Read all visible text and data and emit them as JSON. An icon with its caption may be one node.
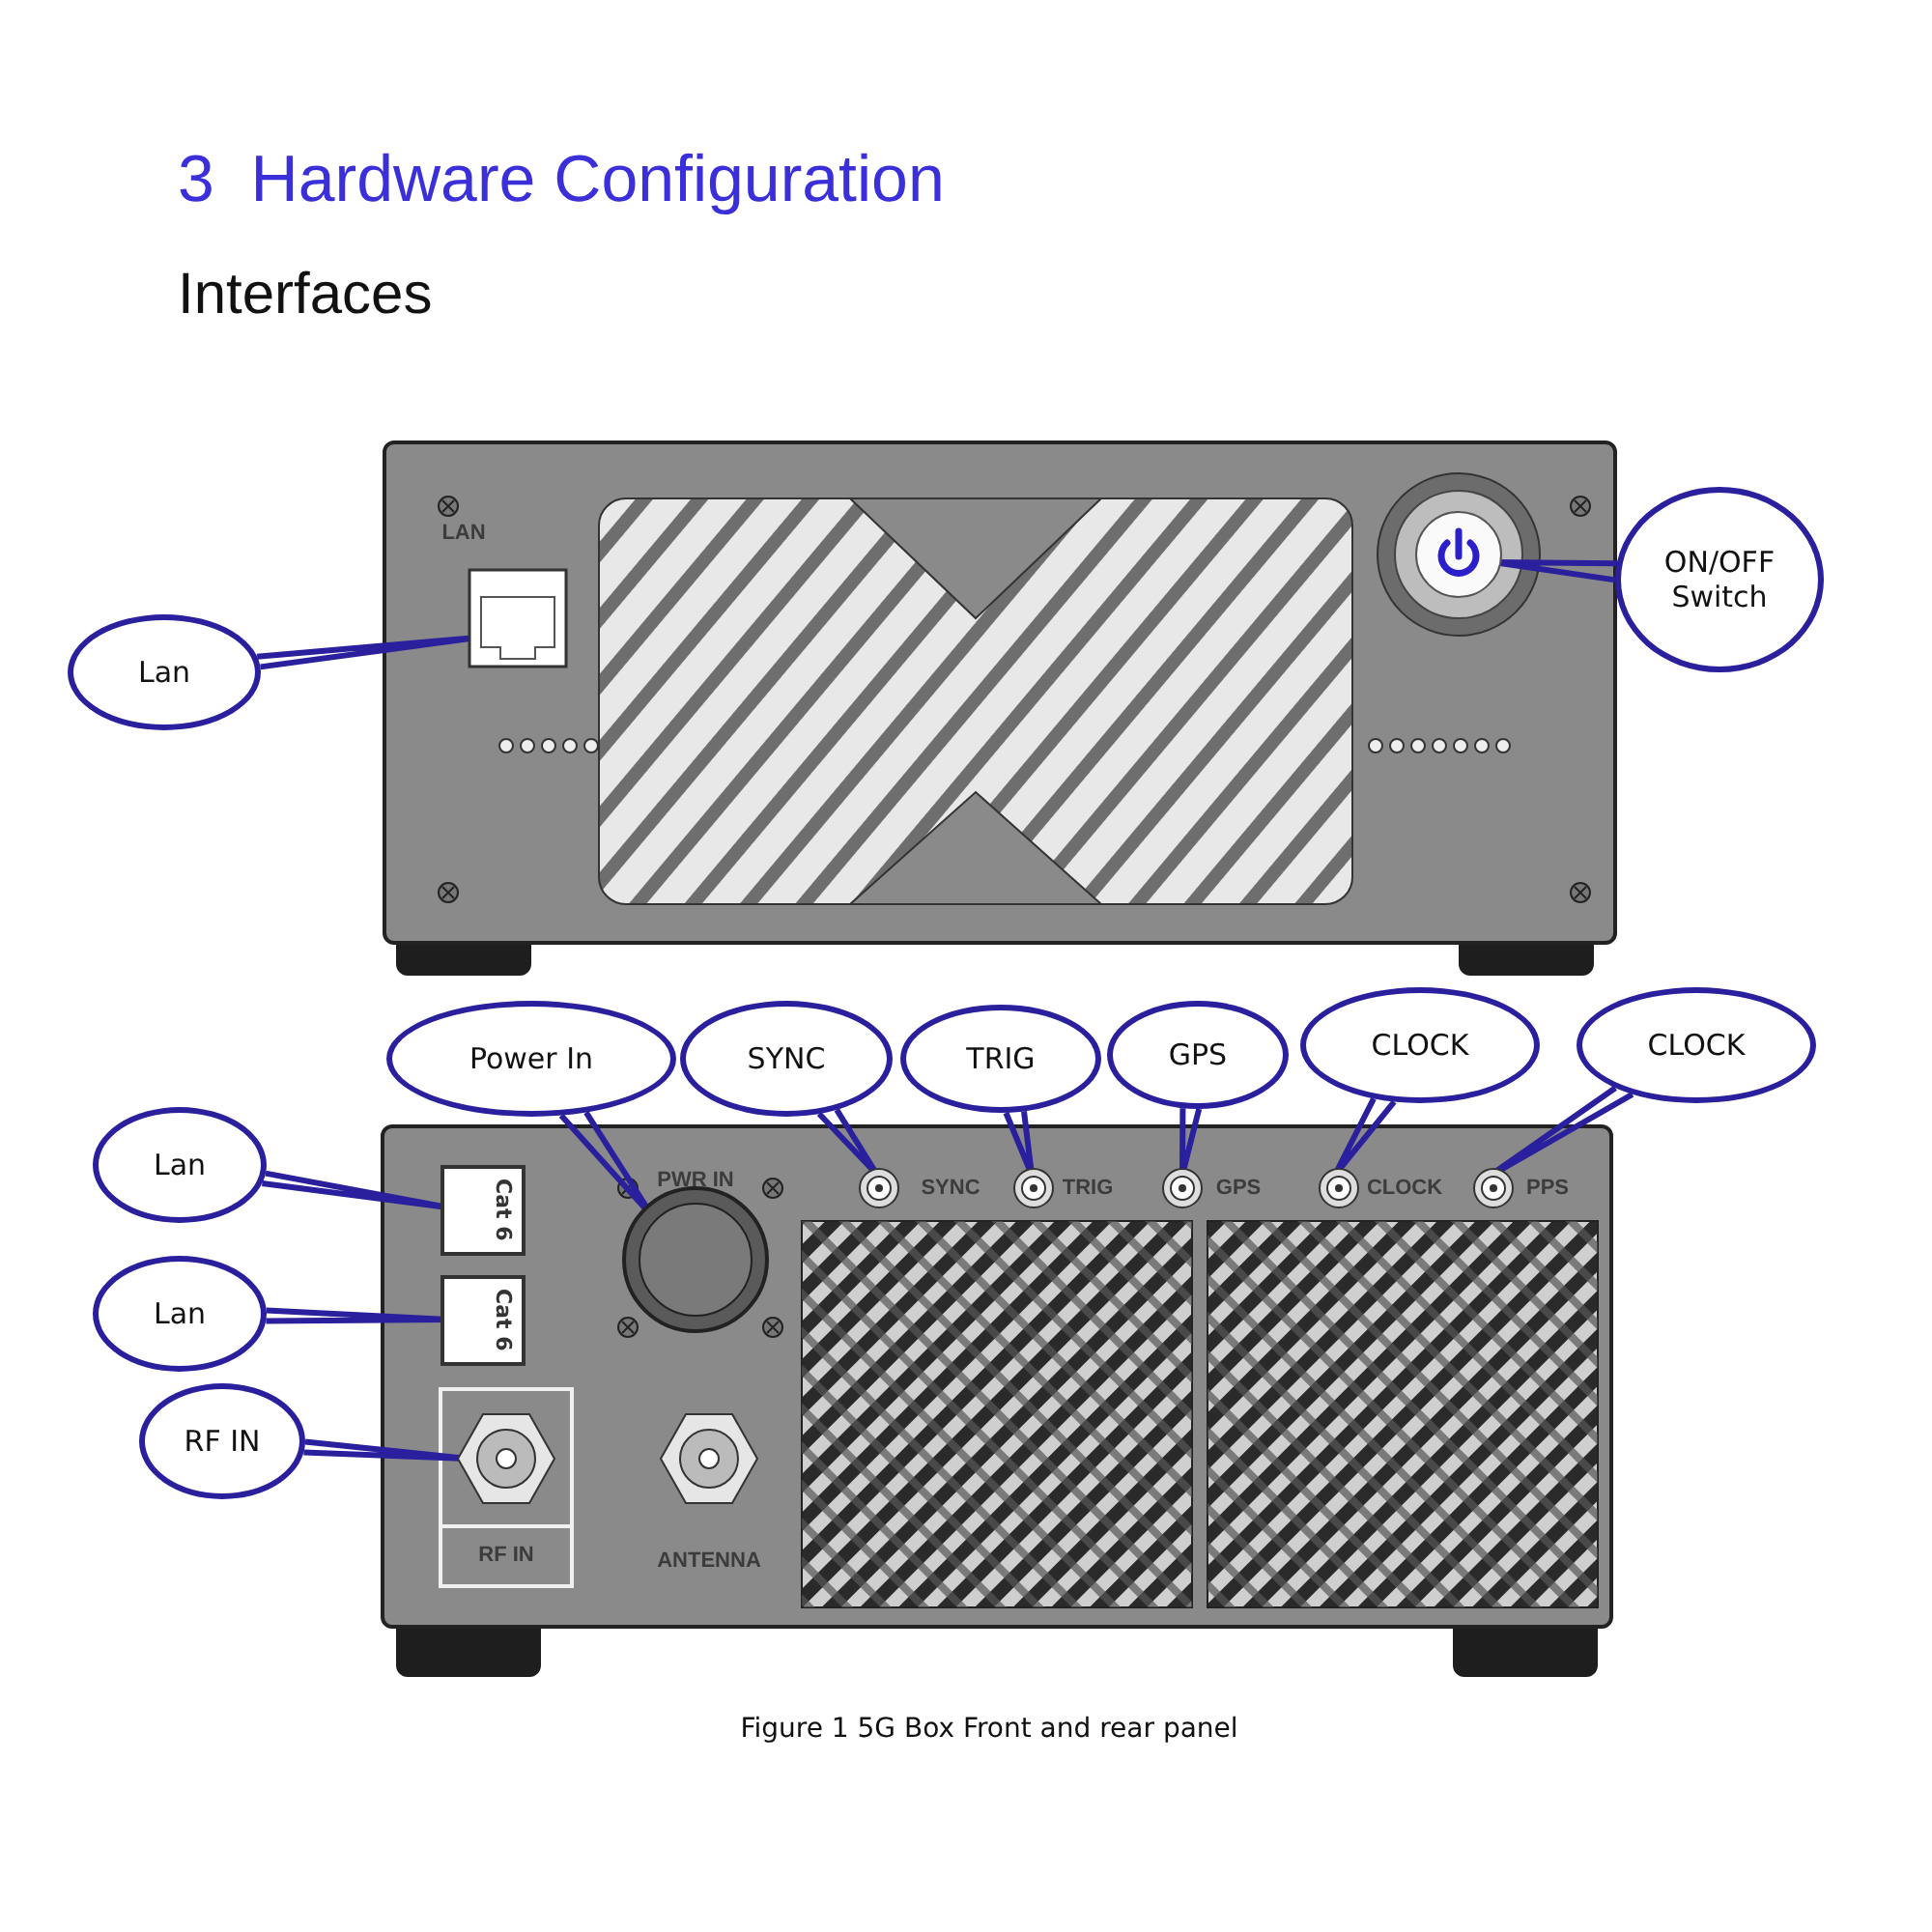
{
  "diagram": {
    "title": "3  Hardware Configuration",
    "caption": "Figure 1 5G Box Front and rear panel",
    "nodes": [
      {
        "text": [
          "Lan"
        ]
      },
      {
        "text": [],
        "shape": "box",
        "beside": [
          "LAN"
        ]
      },
      {
        "text": [],
        "shape": "circle"
      },
      {
        "text": [
          "ON/OFF Switch"
        ]
      },
      {
        "text": [
          "Power In"
        ]
      },
      {
        "text": [
          "SYNC"
        ]
      },
      {
        "text": [
          "TRIG"
        ]
      },
      {
        "text": [
          "GPS"
        ]
      },
      {
        "text": [
          "CLOCK"
        ]
      },
      {
        "text": [
          "CLOCK"
        ]
      },
      {
        "text": [
          "Lan"
        ]
      },
      {
        "text": [
          "Cat 6"
        ]
      },
      {
        "text": [],
        "shape": "circle",
        "beside": [
          "PWR IN"
        ]
      },
      {
        "text": [],
        "shape": "circle",
        "beside": [
          "SYNC"
        ]
      },
      {
        "text": [],
        "shape": "circle",
        "beside": [
          "TRIG"
        ]
      },
      {
        "text": [],
        "shape": "circle",
        "beside": [
          "GPS"
        ]
      },
      {
        "text": [],
        "shape": "circle",
        "beside": [
          "CLOCK"
        ]
      },
      {
        "text": [],
        "shape": "circle",
        "beside": [
          "PPS"
        ]
      },
      {
        "text": [
          "Lan"
        ]
      },
      {
        "text": [
          "Cat 6"
        ]
      },
      {
        "text": [
          "RF IN"
        ]
      },
      {
        "text": [],
        "shape": "circle",
        "beside": [
          "RF IN"
        ]
      },
      {
        "text": [],
        "shape": "circle",
        "beside": [
          "ANTENNA"
        ]
      }
    ],
    "edges": [
      {
        "from": 0,
        "to": 1,
        "arrow": "none"
      },
      {
        "from": 3,
        "to": 2,
        "arrow": "none"
      },
      {
        "from": 4,
        "to": 12,
        "arrow": "none"
      },
      {
        "from": 5,
        "to": 13,
        "arrow": "none"
      },
      {
        "from": 6,
        "to": 14,
        "arrow": "none"
      },
      {
        "from": 7,
        "to": 15,
        "arrow": "none"
      },
      {
        "from": 8,
        "to": 16,
        "arrow": "none"
      },
      {
        "from": 9,
        "to": 17,
        "arrow": "none"
      },
      {
        "from": 10,
        "to": 11,
        "arrow": "none"
      },
      {
        "from": 18,
        "to": 19,
        "arrow": "none"
      },
      {
        "from": 20,
        "to": 21,
        "arrow": "none"
      }
    ],
    "labels": [
      "Interfaces"
    ]
  }
}
